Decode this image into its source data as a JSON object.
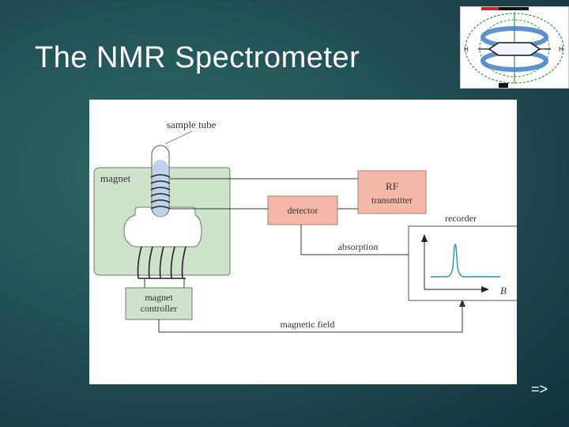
{
  "slide": {
    "title": "The NMR Spectrometer",
    "next_label": "=>"
  },
  "thumbnail": {
    "h_left": "H",
    "h_right": "H",
    "ring_color": "#3f7fc4",
    "field_line_color": "#2e9a3a"
  },
  "diagram": {
    "sample_tube": "sample tube",
    "magnet": "magnet",
    "detector": "detector",
    "rf_line1": "RF",
    "rf_line2": "transmitter",
    "recorder": "recorder",
    "absorption": "absorption",
    "controller_line1": "magnet",
    "controller_line2": "controller",
    "magnetic_field": "magnetic field",
    "axis_b": "B",
    "colors": {
      "magnet_fill": "#cfe3cc",
      "box_fill": "#f3b8a8",
      "controller_fill": "#cfe3cc",
      "signal": "#2c8fbf",
      "line": "#333333"
    }
  }
}
